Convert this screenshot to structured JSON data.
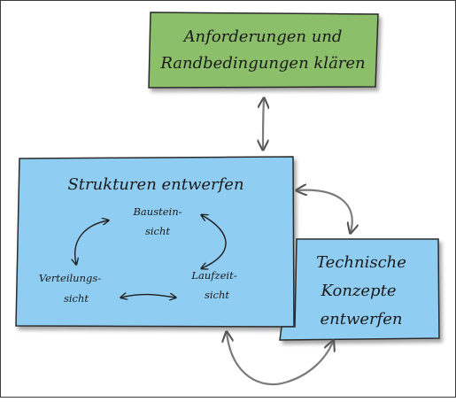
{
  "boxes": {
    "requirements": {
      "line1": "Anforderungen und",
      "line2": "Randbedingungen klären",
      "color": "#8cbf6a"
    },
    "structures": {
      "title": "Strukturen entwerfen",
      "color": "#90cdf2"
    },
    "concepts": {
      "line1": "Technische",
      "line2": "Konzepte",
      "line3": "entwerfen",
      "color": "#90cdf2"
    }
  },
  "views": {
    "building_block": {
      "line1": "Baustein-",
      "line2": "sicht"
    },
    "runtime": {
      "line1": "Laufzeit-",
      "line2": "sicht"
    },
    "deployment": {
      "line1": "Verteilungs-",
      "line2": "sicht"
    }
  },
  "colors": {
    "border": "#2b2b2b",
    "arrow": "#7a7a7a",
    "frame": "#3a3a3a"
  }
}
